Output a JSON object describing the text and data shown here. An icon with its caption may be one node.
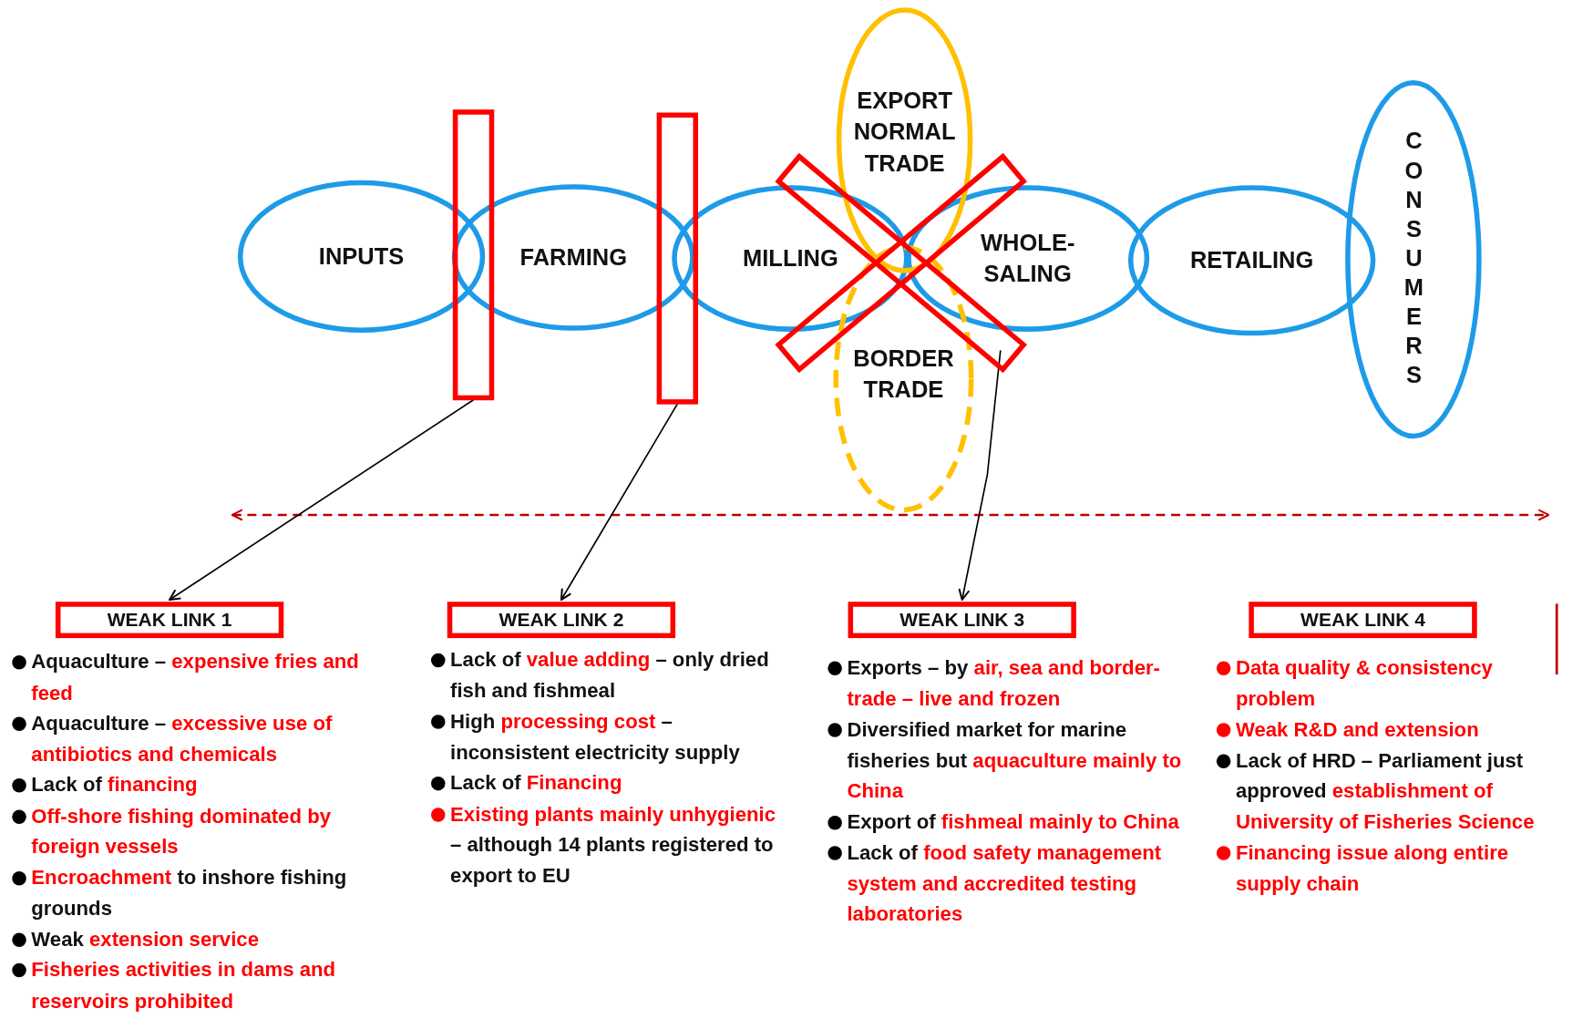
{
  "diagram": {
    "nodes": [
      {
        "text": [
          "INPUTS"
        ]
      },
      {
        "text": [
          "FARMING"
        ]
      },
      {
        "text": [
          "MILLING"
        ]
      },
      {
        "text": [
          "EXPORT NORMAL TRADE"
        ]
      },
      {
        "text": [
          "WHOLE-SALING"
        ]
      },
      {
        "text": [
          "RETAILING"
        ]
      },
      {
        "text": [
          "CONSUMERS"
        ]
      },
      {
        "text": [
          "BORDER TRADE"
        ]
      },
      {
        "text": [],
        "shape": "bar"
      },
      {
        "text": [],
        "shape": "bar"
      },
      {
        "text": [],
        "shape": "cross"
      },
      {
        "text": [
          "WEAK LINK 1"
        ],
        "beside": [
          "Aquaculture – *expensive fries and feed*",
          "Aquaculture – *excessive use of antibiotics and chemicals*",
          "Lack of *financing*",
          "*Off-shore fishing dominated by foreign vessels*",
          "*Encroachment* to inshore fishing grounds",
          "Weak *extension service*",
          "*Fisheries activities in dams and reservoirs prohibited*"
        ]
      },
      {
        "text": [
          "WEAK LINK 2"
        ],
        "beside": [
          "Lack of *value adding* – only dried fish and fishmeal",
          "High *processing cost* – inconsistent electricity supply",
          "Lack of *Financing*",
          "*Existing plants mainly unhygienic* – although 14 plants registered to export to EU"
        ]
      },
      {
        "text": [
          "WEAK LINK 3"
        ],
        "beside": [
          "Exports – by *air, sea and border-trade – live and frozen*",
          "Diversified market for marine fisheries but *aquaculture mainly to China*",
          "Export of *fishmeal mainly to China*",
          "Lack of *food safety management system and accredited testing laboratories*"
        ]
      },
      {
        "text": [
          "WEAK LINK 4"
        ],
        "beside": [
          "*Data quality & consistency problem*",
          "*Weak R&D and extension*",
          "Lack of HRD – Parliament just approved *establishment of University of Fisheries Science*",
          "*Financing issue along entire supply chain*"
        ]
      }
    ],
    "edges": [
      {
        "from": 8,
        "to": 11,
        "arrow": "to"
      },
      {
        "from": 9,
        "to": 12,
        "arrow": "to"
      },
      {
        "from": 10,
        "to": 13,
        "arrow": "to"
      }
    ]
  }
}
